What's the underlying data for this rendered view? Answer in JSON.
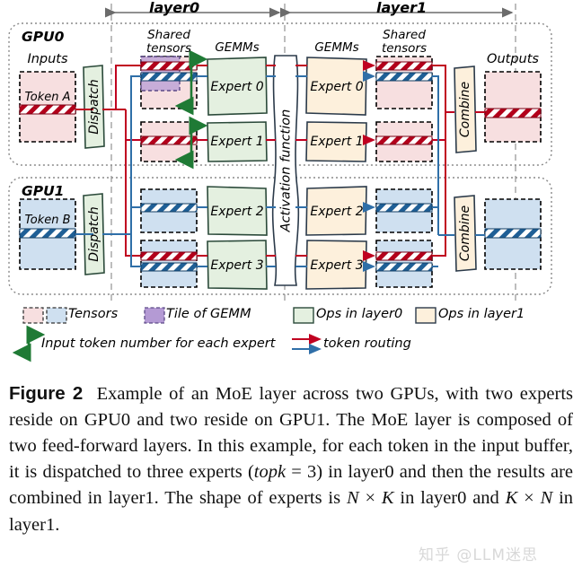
{
  "figure": {
    "top_axis": [
      {
        "id": "layer0",
        "label": "layer0"
      },
      {
        "id": "layer1",
        "label": "layer1"
      }
    ],
    "gpus": [
      {
        "id": "gpu0",
        "label": "GPU0",
        "tensor_color": "#f7dfe0",
        "io": {
          "input_label": "Inputs",
          "token_label": "Token A",
          "output_label": "Outputs"
        },
        "dispatch_label": "Dispatch",
        "combine_label": "Combine",
        "layer0_shared_label_line1": "Shared",
        "layer0_shared_label_line2": "tensors",
        "layer0_gemms_label": "GEMMs",
        "layer1_gemms_label": "GEMMs",
        "layer1_shared_label_line1": "Shared",
        "layer1_shared_label_line2": "tensors",
        "experts_layer0": [
          "Expert 0",
          "Expert 1"
        ],
        "experts_layer1": [
          "Expert 0",
          "Expert 1"
        ]
      },
      {
        "id": "gpu1",
        "label": "GPU1",
        "tensor_color": "#cfe0f0",
        "io": {
          "input_label": "",
          "token_label": "Token B",
          "output_label": ""
        },
        "dispatch_label": "Dispatch",
        "combine_label": "Combine",
        "experts_layer0": [
          "Expert 2",
          "Expert 3"
        ],
        "experts_layer1": [
          "Expert 2",
          "Expert 3"
        ]
      }
    ],
    "activation_label": "Activation function",
    "legend": {
      "row1": [
        {
          "id": "tensors",
          "label": "Tensors",
          "swatches": [
            "#f7dfe0",
            "#cfe0f0"
          ]
        },
        {
          "id": "tile-of-gemm",
          "label": "Tile of GEMM",
          "swatches": [
            "#b49ad4"
          ]
        },
        {
          "id": "ops-layer0",
          "label": "Ops in layer0",
          "swatches": [
            "#e4f0e0"
          ]
        },
        {
          "id": "ops-layer1",
          "label": "Ops in layer1",
          "swatches": [
            "#fdf0dc"
          ]
        }
      ],
      "row2": [
        {
          "id": "input-token-number",
          "label": "Input token number for each expert",
          "color": "#1f7a35"
        },
        {
          "id": "token-routing",
          "label": "token routing",
          "colors": [
            "#c00020",
            "#2f6fa8"
          ]
        }
      ]
    },
    "colors": {
      "red_route": "#c00020",
      "blue_route": "#2f6fa8",
      "green_arrow": "#1f7a35",
      "ops_layer0": "#e4f0e0",
      "ops_layer1": "#fdf0dc",
      "tile": "#b49ad4",
      "gpu_border": "#8a8a8a",
      "axis": "#6b6b6b"
    }
  },
  "caption": {
    "figure_number": "Figure 2",
    "line1": "Example of an MoE layer across two GPUs,",
    "line2": "with two experts reside on GPU0 and two reside on GPU1.",
    "line3": "The MoE layer is composed of two feed-forward layers.",
    "line4": "In this example, for each token in the input buffer, it is",
    "line5_a": "dispatched to three experts (",
    "line5_topk": "topk",
    "line5_b": " = 3) in layer0 and then",
    "line6": "the results are combined in layer1. The shape of experts",
    "line7_a": "is ",
    "line7_n1": "N",
    "line7_x1": " × ",
    "line7_k1": "K",
    "line7_mid": " in layer0 and ",
    "line7_k2": "K",
    "line7_x2": " × ",
    "line7_n2": "N",
    "line7_end": " in layer1."
  },
  "watermark": {
    "text": "知乎 @LLM迷思"
  }
}
